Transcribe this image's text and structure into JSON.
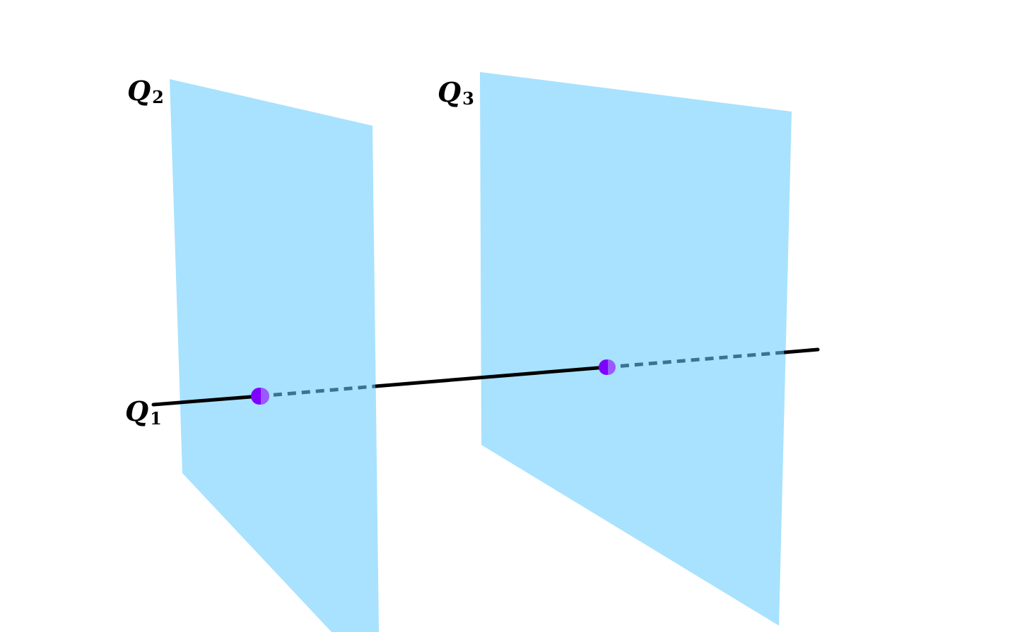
{
  "labels": {
    "q1": {
      "main": "Q",
      "sub": "1"
    },
    "q2": {
      "main": "Q",
      "sub": "2"
    },
    "q3": {
      "main": "Q",
      "sub": "3"
    }
  },
  "colors": {
    "plane_fill": "#a8e2fe",
    "line_visible": "#000000",
    "line_hidden": "#3a7391",
    "point_fill": "#7f00ff",
    "point_highlight": "#9b59ff"
  }
}
